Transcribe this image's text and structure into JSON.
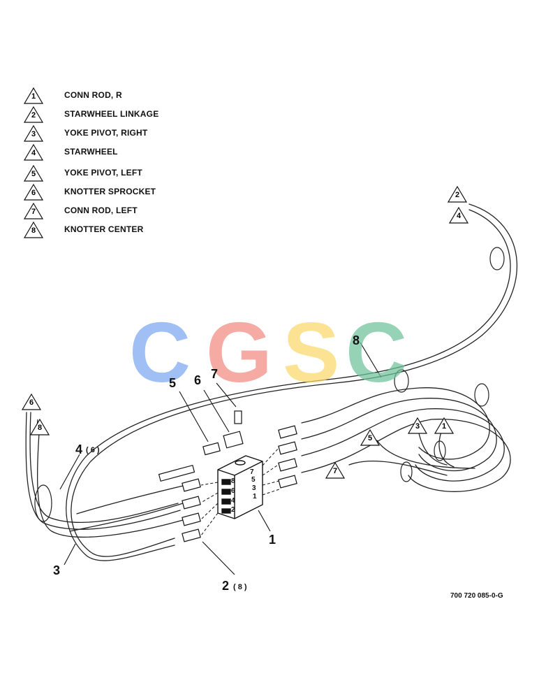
{
  "legend": [
    {
      "num": "1",
      "label": "CONN ROD, R"
    },
    {
      "num": "2",
      "label": "STARWHEEL LINKAGE"
    },
    {
      "num": "3",
      "label": "YOKE PIVOT, RIGHT"
    },
    {
      "num": "4",
      "label": "STARWHEEL"
    },
    {
      "num": "5",
      "label": "YOKE PIVOT, LEFT"
    },
    {
      "num": "6",
      "label": "KNOTTER SPROCKET"
    },
    {
      "num": "7",
      "label": "CONN ROD, LEFT"
    },
    {
      "num": "8",
      "label": "KNOTTER CENTER"
    }
  ],
  "watermark": {
    "letters": [
      "C",
      "G",
      "S",
      "C"
    ],
    "colors": [
      "#7ba7f2",
      "#f28b82",
      "#fbd96b",
      "#6fc29b"
    ]
  },
  "callouts": {
    "c1": "1",
    "c2": "2",
    "c2_sub": "( 8 )",
    "c3": "3",
    "c4": "4",
    "c4_sub": "( 6 )",
    "c5": "5",
    "c6": "6",
    "c7": "7",
    "c8": "8"
  },
  "tags": {
    "t2": "2",
    "t4": "4",
    "t6": "6",
    "t8": "8",
    "t3": "3",
    "t1": "1",
    "t5": "5",
    "t7": "7"
  },
  "block_ports": [
    "7",
    "5",
    "3",
    "1",
    "8",
    "6",
    "4",
    "2"
  ],
  "reference": "700 720 085-0-G"
}
